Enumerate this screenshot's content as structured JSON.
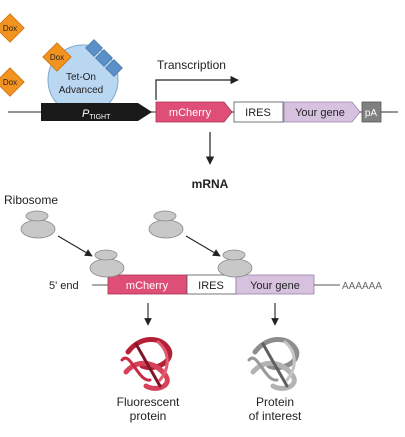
{
  "dox": {
    "label": "Dox"
  },
  "tet_on": {
    "line1": "Tet-On",
    "line2": "Advanced"
  },
  "promoter": {
    "main": "P",
    "sub": "TIGHT"
  },
  "construct": {
    "transcription_label": "Transcription",
    "mcherry": "mCherry",
    "ires": "IRES",
    "your_gene": "Your gene",
    "pa": "pA"
  },
  "mrna_label": "mRNA",
  "ribosome_label": "Ribosome",
  "mrna": {
    "five_prime": "5' end",
    "mcherry": "mCherry",
    "ires": "IRES",
    "your_gene": "Your gene",
    "poly_a": "AAAAAA"
  },
  "proteins": {
    "fluorescent_line1": "Fluorescent",
    "fluorescent_line2": "protein",
    "interest_line1": "Protein",
    "interest_line2": "of interest"
  },
  "colors": {
    "dox_orange": "#f3931f",
    "blue_square": "#5b8fc7",
    "tet_circle": "#b9d7f0",
    "promoter_black": "#1a1a1a",
    "mcherry_pink": "#df4e76",
    "gene_lavender": "#d6c2df",
    "pa_gray": "#808080",
    "ribosome_gray": "#c8c8c8",
    "fluorescent_red": "#b52037",
    "interest_gray": "#9a9a9a"
  }
}
